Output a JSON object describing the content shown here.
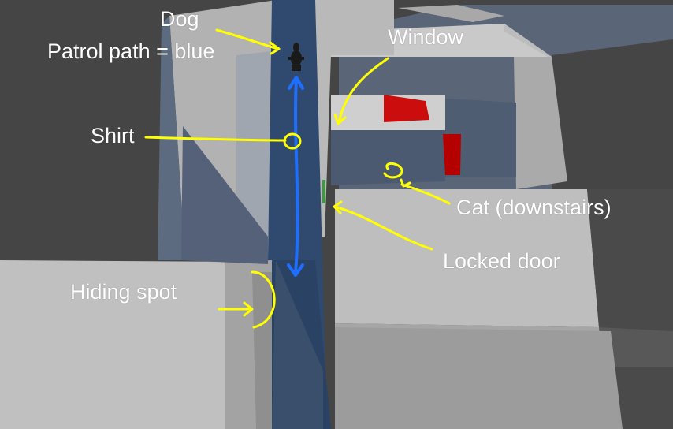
{
  "annotations": {
    "dog": "Dog",
    "patrol": "Patrol path = blue",
    "window": "Window",
    "shirt": "Shirt",
    "cat": "Cat (downstairs)",
    "locked_door": "Locked door",
    "hiding_spot": "Hiding spot"
  },
  "colors": {
    "annotation": "#ffff00",
    "patrol_path": "#1e6fff",
    "text": "#ffffff"
  },
  "icons": {
    "dog": "dog-silhouette-icon"
  }
}
